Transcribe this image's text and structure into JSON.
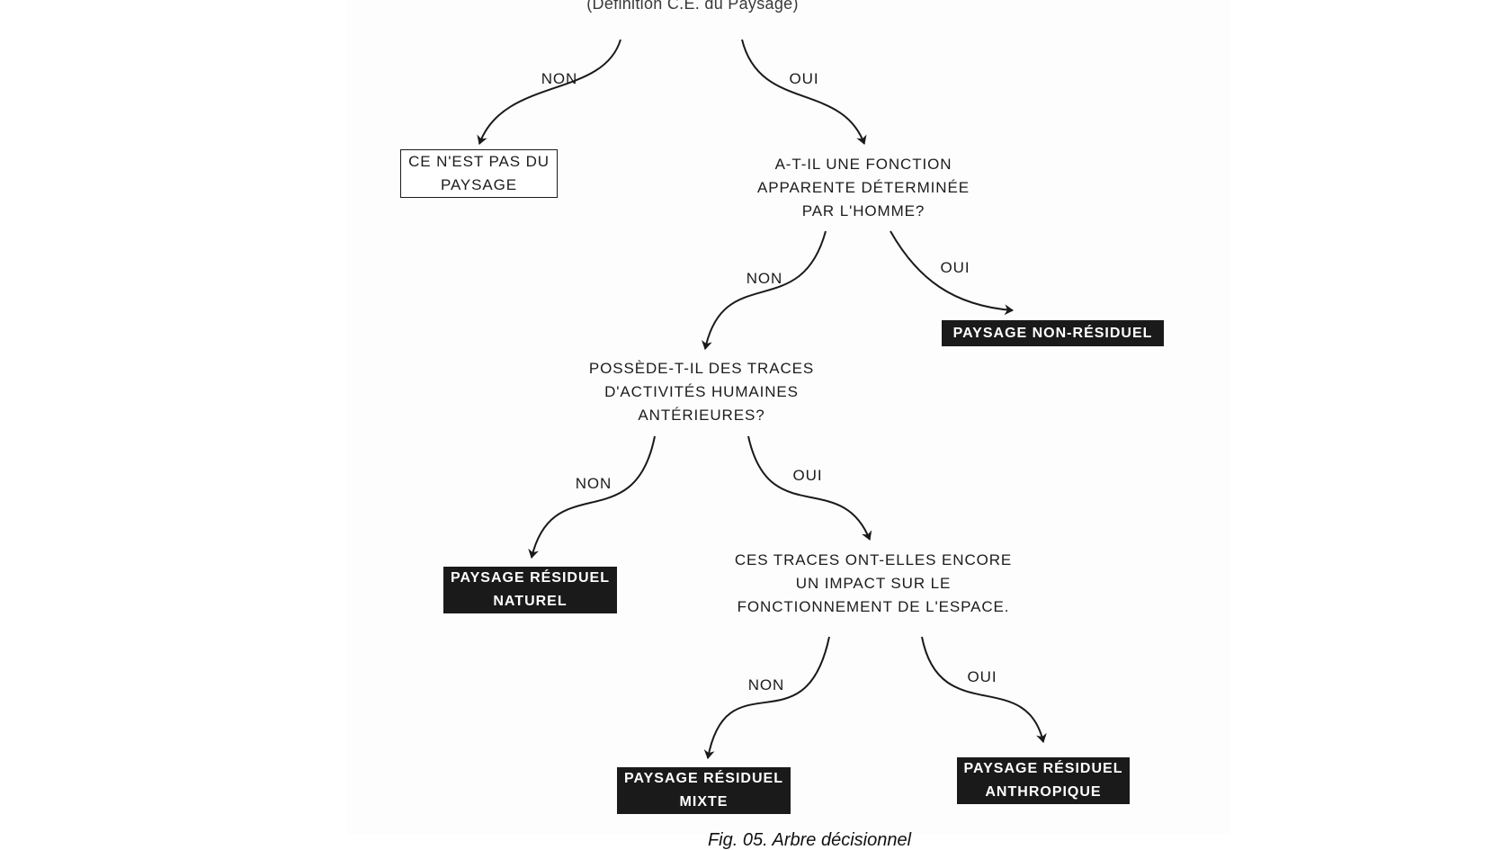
{
  "diagram": {
    "top_question": "(Définition C.E. du Paysage)",
    "questions": {
      "q1": "A-T-IL UNE FONCTION\nAPPARENTE DÉTERMINÉE\nPAR L'HOMME?",
      "q2": "POSSÈDE-T-IL DES TRACES\nD'ACTIVITÉS HUMAINES\nANTÉRIEURES?",
      "q3": "CES TRACES ONT-ELLES ENCORE\nUN IMPACT SUR LE\nFONCTIONNEMENT DE L'ESPACE."
    },
    "outcomes": {
      "not_landscape": "CE N'EST PAS DU\nPAYSAGE",
      "non_residual": "PAYSAGE NON-RÉSIDUEL",
      "natural": "PAYSAGE RÉSIDUEL\nNATUREL",
      "mixed": "PAYSAGE RÉSIDUEL\nMIXTE",
      "anthropic": "PAYSAGE RÉSIDUEL\nANTHROPIQUE"
    },
    "edge_labels": {
      "root_no": "NON",
      "root_yes": "OUI",
      "q1_no": "NON",
      "q1_yes": "OUI",
      "q2_no": "NON",
      "q2_yes": "OUI",
      "q3_no": "NON",
      "q3_yes": "OUI"
    },
    "caption": "Fig. 05. Arbre décisionnel"
  },
  "colors": {
    "ink": "#1a1a1a",
    "outcome_fill": "#1a1a1a",
    "outcome_text": "#ffffff",
    "background": "#ffffff"
  }
}
